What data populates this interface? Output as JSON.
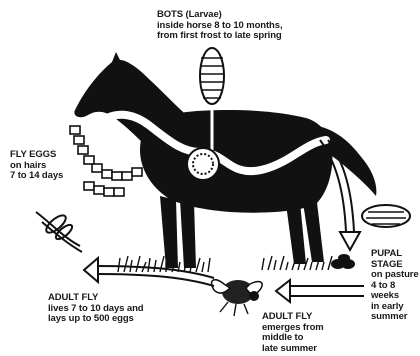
{
  "bots": {
    "title": "BOTS (Larvae)",
    "line1": "inside horse 8 to 10 months,",
    "line2": "from first frost to late spring"
  },
  "fly_eggs": {
    "title": "FLY EGGS",
    "line1": "on hairs",
    "line2": "7 to 14 days"
  },
  "pupal": {
    "title1": "PUPAL",
    "title2": "STAGE",
    "line1": "on pasture",
    "line2": "4 to 8",
    "line3": "weeks",
    "line4": "in early",
    "line5": "summer"
  },
  "adult_left": {
    "title": "ADULT FLY",
    "line1": "lives 7 to 10 days and",
    "line2": "lays up to 500 eggs"
  },
  "adult_bottom": {
    "title": "ADULT FLY",
    "line1": "emerges from",
    "line2": "middle to",
    "line3": "late summer"
  }
}
